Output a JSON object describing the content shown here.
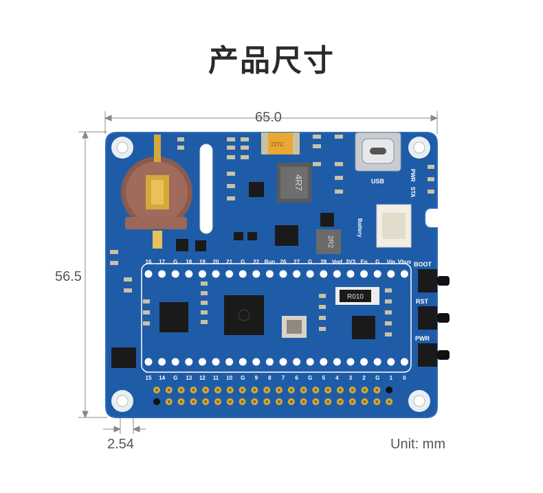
{
  "title": "产品尺寸",
  "dimensions": {
    "width": "65.0",
    "height": "56.5",
    "pitch": "2.54"
  },
  "unit_label": "Unit: mm",
  "board": {
    "top_pin_labels": [
      "16",
      "17",
      "G",
      "18",
      "19",
      "20",
      "21",
      "G",
      "22",
      "Run",
      "26",
      "27",
      "G",
      "28",
      "Vref",
      "3V3",
      "En",
      "G",
      "Vin",
      "Vbus"
    ],
    "bottom_pin_labels": [
      "15",
      "14",
      "G",
      "13",
      "12",
      "11",
      "10",
      "G",
      "9",
      "8",
      "7",
      "6",
      "G",
      "5",
      "4",
      "3",
      "2",
      "G",
      "1",
      "0"
    ],
    "buttons": [
      "BOOT",
      "RST",
      "PWR"
    ],
    "usb_label": "USB",
    "status_labels": [
      "PWR",
      "STA"
    ],
    "battery_label": "Battery",
    "inductor_label": "4R7",
    "inductor2_label": "2R2",
    "resistor_label": "R010",
    "cap_label": "227C"
  },
  "colors": {
    "pcb": "#1f5ca8",
    "pcb_edge": "#2a6cc0",
    "gold": "#d4a93a",
    "silk": "#ffffff"
  }
}
